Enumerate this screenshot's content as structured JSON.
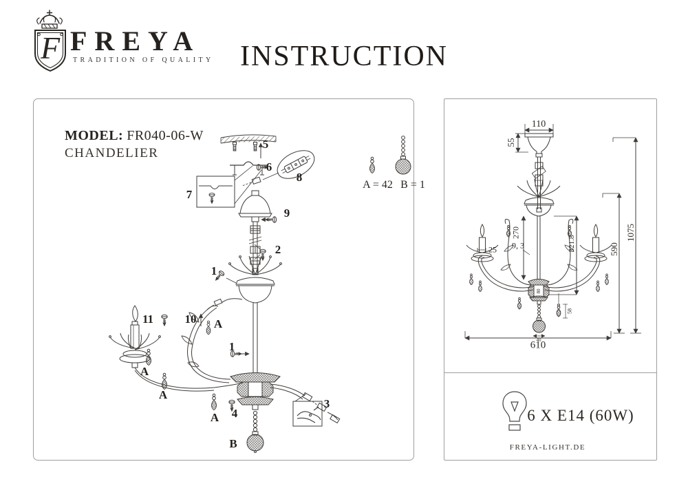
{
  "colors": {
    "line": "#3f3b38",
    "ink": "#26211d",
    "border": "#9e9e9e"
  },
  "header": {
    "brand": "FREYA",
    "tagline": "TRADITION OF QUALITY",
    "title": "INSTRUCTION",
    "crest_letter": "F"
  },
  "model": {
    "label": "MODEL:",
    "number": "FR040-06-W",
    "type": "CHANDELIER"
  },
  "assembly": {
    "callout_1": "1",
    "callout_2": "2",
    "callout_3": "3",
    "callout_4": "4",
    "callout_5": "5",
    "callout_6": "6",
    "callout_7": "7",
    "callout_8": "8",
    "callout_9": "9",
    "callout_10": "10",
    "callout_11": "11",
    "letter_a": "A",
    "letter_b": "B",
    "legend_a": "A = 42",
    "legend_b": "B = 1"
  },
  "dimensions": {
    "canopy_width": "110",
    "canopy_height": "55",
    "candle_width": "25",
    "arm_rod": "9, 3",
    "column_height": "270",
    "arm_drop": "321.8",
    "body_height": "590",
    "total_height": "1075",
    "hub_width": "80",
    "ball_width": "40",
    "crystal_size": "58",
    "total_width": "610"
  },
  "spec": {
    "bulbs": "6 X E14 (60W)",
    "website": "FREYA-LIGHT.DE"
  }
}
